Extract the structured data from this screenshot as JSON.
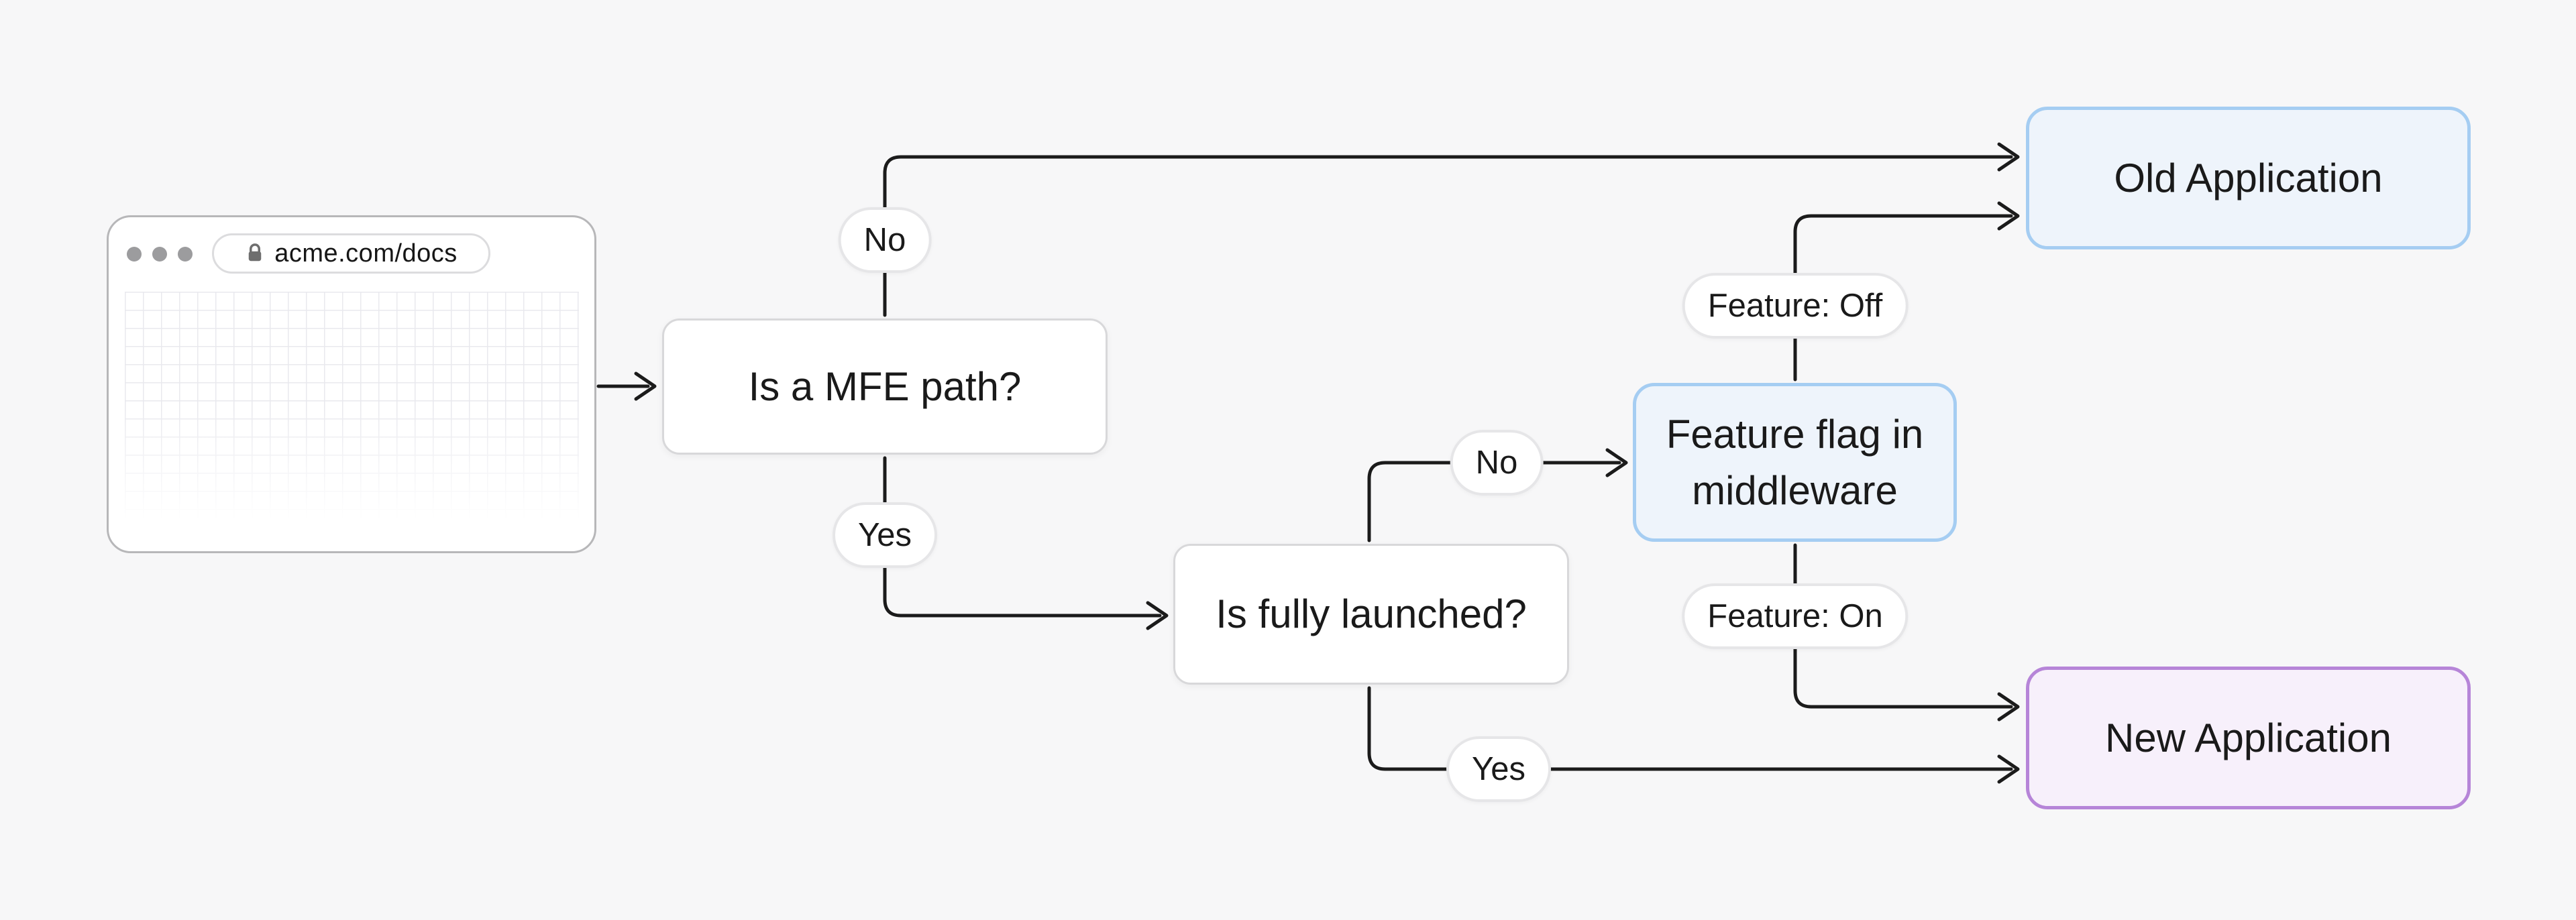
{
  "canvas": {
    "background": "#f7f7f8",
    "connector_color": "#1b1b1b",
    "text_color": "#1a1a1a"
  },
  "browser": {
    "url": "acme.com/docs",
    "window_dots": 3,
    "lock_icon": "lock-icon",
    "lock_color": "#6e6e6e",
    "grid_line_color": "#e9e9ee"
  },
  "nodes": {
    "is_mfe_path": {
      "label": "Is a MFE path?",
      "fill": "#ffffff",
      "border": "#d8d8da"
    },
    "is_fully_launched": {
      "label": "Is fully launched?",
      "fill": "#ffffff",
      "border": "#d8d8da"
    },
    "feature_flag_middleware": {
      "label": "Feature flag in middleware",
      "fill": "#eef4fb",
      "border": "#a5cdf2"
    },
    "old_application": {
      "label": "Old Application",
      "fill": "#eef4fb",
      "border": "#a5cdf2"
    },
    "new_application": {
      "label": "New Application",
      "fill": "#f7f0fb",
      "border": "#b685d8"
    }
  },
  "edge_labels": {
    "mfe_no": "No",
    "mfe_yes": "Yes",
    "launched_no": "No",
    "launched_yes": "Yes",
    "feature_off": "Feature: Off",
    "feature_on": "Feature: On"
  }
}
